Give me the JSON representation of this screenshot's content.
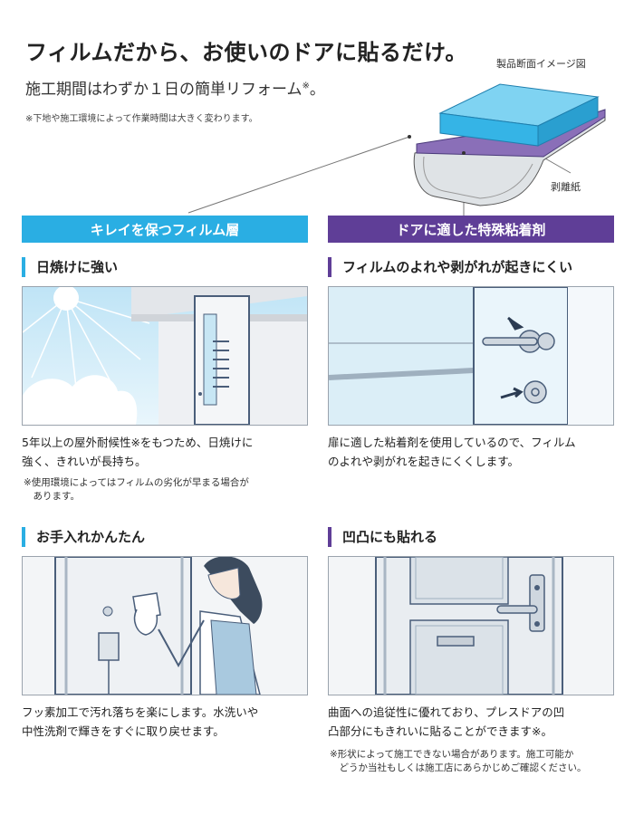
{
  "header": {
    "headline": "フィルムだから、お使いのドアに貼るだけ。",
    "subhead": "施工期間はわずか１日の簡単リフォーム",
    "subhead_mark": "※",
    "subhead_end": "。",
    "note": "※下地や施工環境によって作業時間は大きく変わります。"
  },
  "diagram": {
    "title": "製品断面イメージ図",
    "release_paper_label": "剥離紙",
    "colors": {
      "film": "#35b4e6",
      "adhesive": "#8a6fb8",
      "paper": "#d9dde1"
    }
  },
  "bands": {
    "left": "キレイを保つフィルム層",
    "right": "ドアに適した特殊粘着剤"
  },
  "features": {
    "sunlight": {
      "title": "日焼けに強い",
      "desc_lines": [
        "5年以上の屋外耐候性※をもつため、日焼けに",
        "強く、きれいが長持ち。"
      ],
      "note_lines": [
        "※使用環境によってはフィルムの劣化が早まる場合が",
        "　あります。"
      ]
    },
    "adhesive": {
      "title": "フィルムのよれや剥がれが起きにくい",
      "desc_lines": [
        "扉に適した粘着剤を使用しているので、フィルム",
        "のよれや剥がれを起きにくくします。"
      ]
    },
    "care": {
      "title": "お手入れかんたん",
      "desc_lines": [
        "フッ素加工で汚れ落ちを楽にします。水洗いや",
        "中性洗剤で輝きをすぐに取り戻せます。"
      ]
    },
    "uneven": {
      "title": "凹凸にも貼れる",
      "desc_lines": [
        "曲面への追従性に優れており、プレスドアの凹",
        "凸部分にもきれいに貼ることができます※。"
      ],
      "note_lines": [
        "※形状によって施工できない場合があります。施工可能か",
        "　どうか当社もしくは施工店にあらかじめご確認ください。"
      ]
    }
  },
  "colors": {
    "accent_cyan": "#2aaee3",
    "accent_purple": "#5f3e97"
  }
}
